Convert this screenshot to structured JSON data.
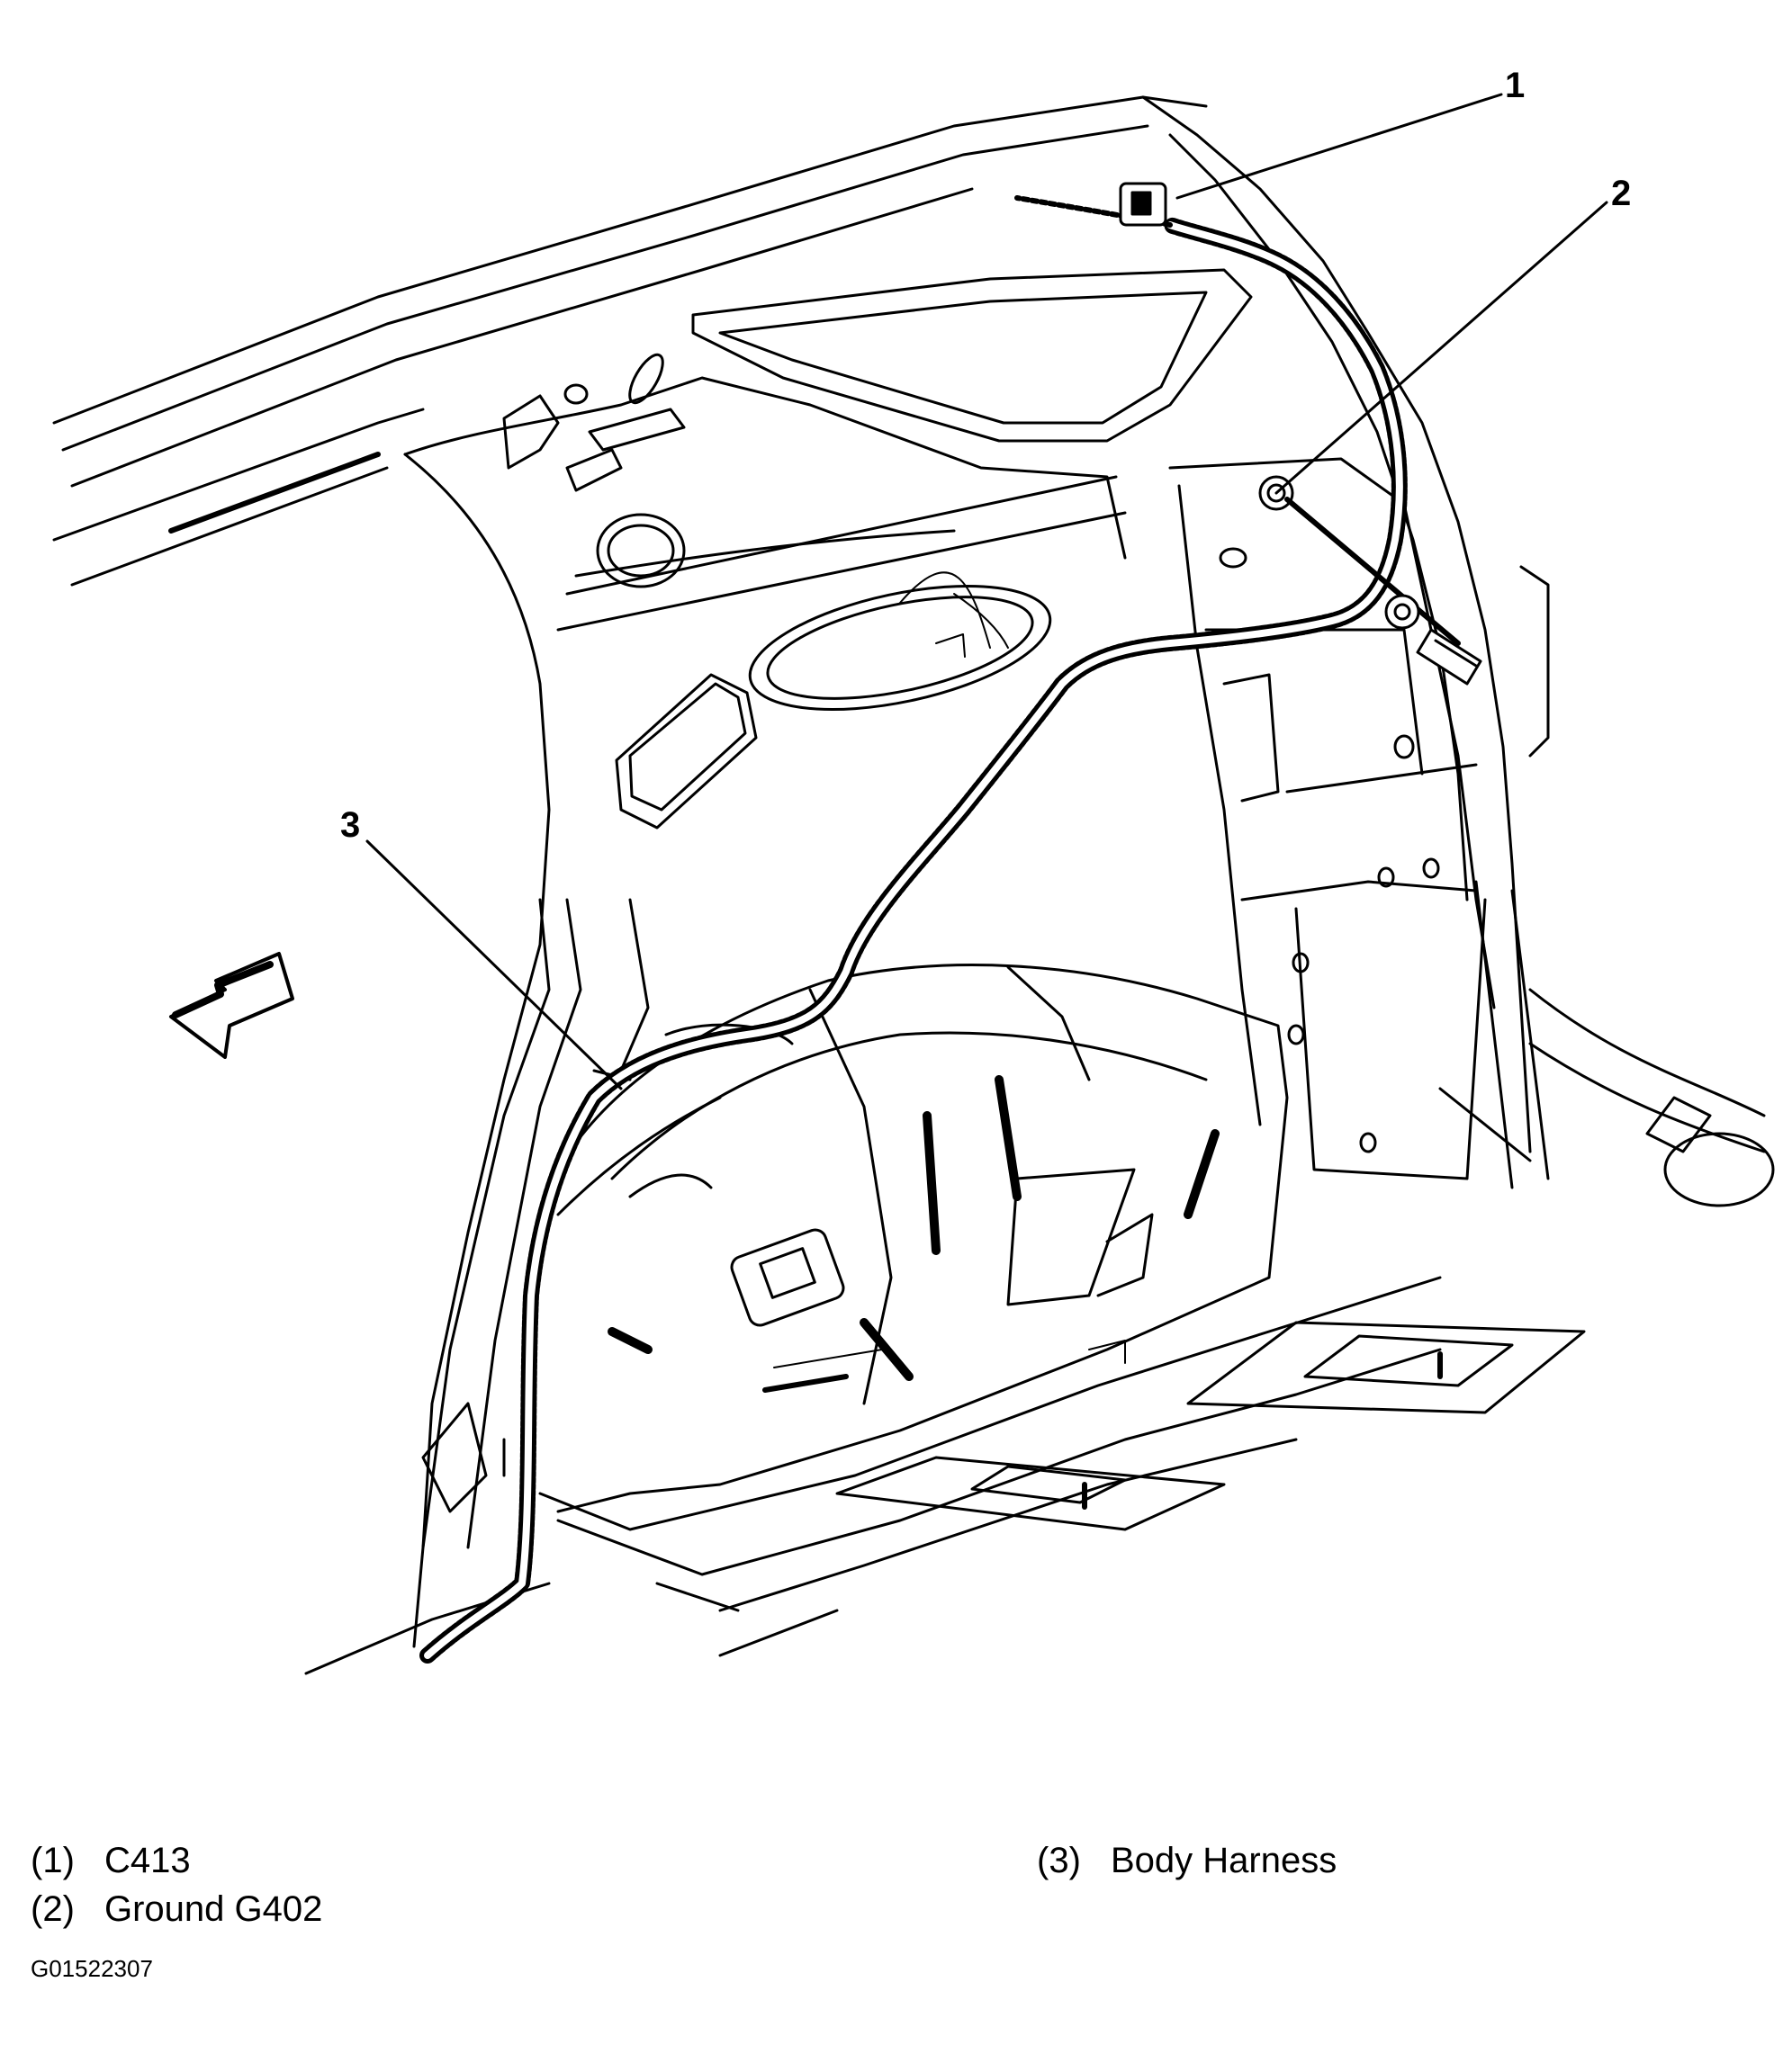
{
  "callouts": [
    {
      "number": "1",
      "label": "C413"
    },
    {
      "number": "2",
      "label": "Ground G402"
    },
    {
      "number": "3",
      "label": "Body Harness"
    }
  ],
  "legend": [
    {
      "number": "(1)",
      "label": "C413"
    },
    {
      "number": "(2)",
      "label": "Ground G402"
    },
    {
      "number": "(3)",
      "label": "Body Harness"
    }
  ],
  "figure_code": "G01522307",
  "icons": {
    "direction_arrow": "front-direction-arrow-icon",
    "ground_bolt": "ground-bolt-icon",
    "connector": "connector-icon"
  },
  "colors": {
    "line": "#000000",
    "background": "#ffffff"
  }
}
